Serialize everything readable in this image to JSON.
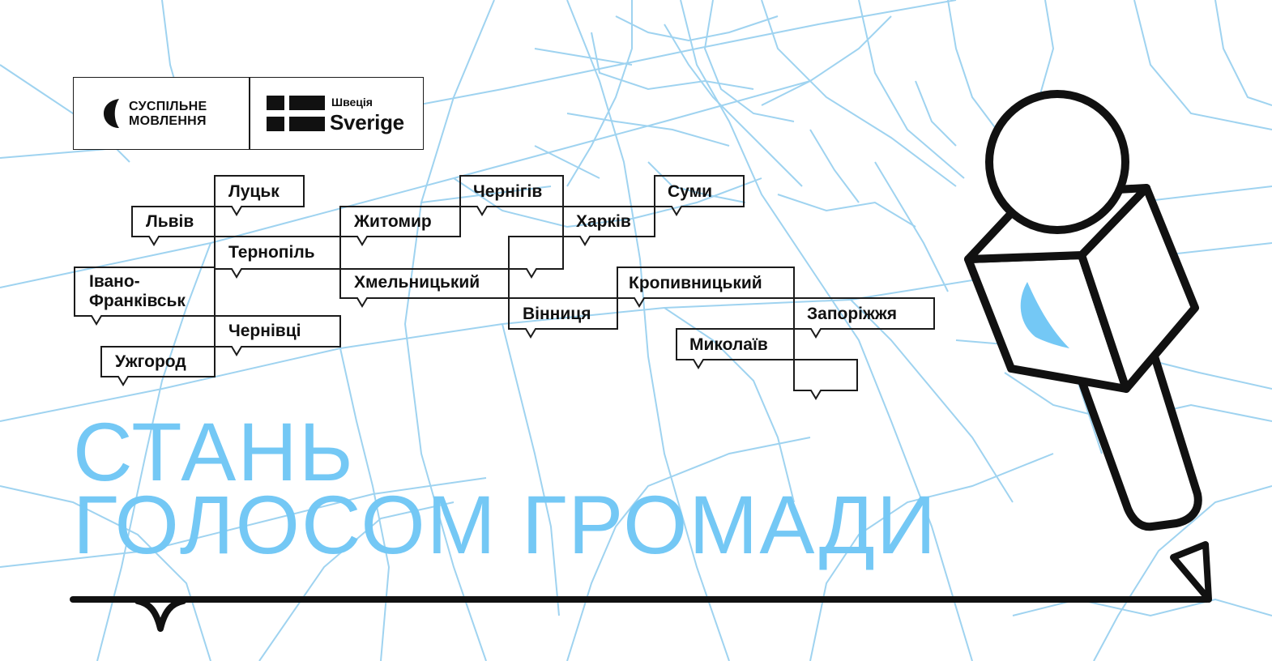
{
  "logos": {
    "suspilne": {
      "line1": "СУСПІЛЬНЕ",
      "line2": "МОВЛЕННЯ"
    },
    "sweden": {
      "small": "Швеція",
      "big": "Sverige"
    }
  },
  "cities": {
    "lutsk": "Луцьк",
    "lviv": "Львів",
    "ternopil": "Тернопіль",
    "ivano_line1": "Івано-",
    "ivano_line2": "Франківськ",
    "chernivtsi": "Чернівці",
    "uzhhorod": "Ужгород",
    "zhytomyr": "Житомир",
    "khmelnytskyi": "Хмельницький",
    "chernihiv": "Чернігів",
    "sumy": "Суми",
    "kharkiv": "Харків",
    "vinnytsia": "Вінниця",
    "kropyvnytskyi": "Кропивницький",
    "zaporizhzhia": "Запоріжжя",
    "mykolaiv": "Миколаїв"
  },
  "headline": {
    "line1": "СТАНЬ",
    "line2": "ГОЛОСОМ ГРОМАДИ"
  },
  "colors": {
    "accent": "#74c8f5",
    "map_lines": "#9fd3f0",
    "ink": "#111111"
  },
  "icons": [
    "microphone-icon",
    "suspilne-logo-icon",
    "sweden-flag-icon"
  ]
}
